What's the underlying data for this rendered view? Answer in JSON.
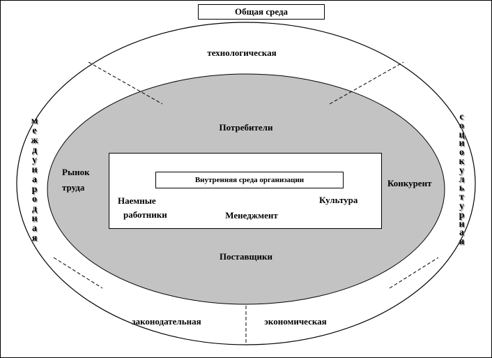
{
  "diagram": {
    "title_box": "Общая среда",
    "outer_ring": {
      "top": "технологическая",
      "left_vertical": "международная",
      "right_vertical": "социокультурная",
      "bottom_left": "законодательная",
      "bottom_right": "экономическая"
    },
    "middle_ellipse": {
      "top": "Потребители",
      "left_line1": "Рынок",
      "left_line2": "труда",
      "right": "Конкурент",
      "bottom": "Поставщики"
    },
    "inner_rect": {
      "box_label": "Внутренняя  среда организации",
      "left_line1": "Наемные",
      "left_line2": "работники",
      "center": "Менеджмент",
      "right": "Культура"
    },
    "colors": {
      "middle_ellipse_fill": "#c3c3c3",
      "outline": "#000000",
      "background": "#ffffff"
    }
  }
}
